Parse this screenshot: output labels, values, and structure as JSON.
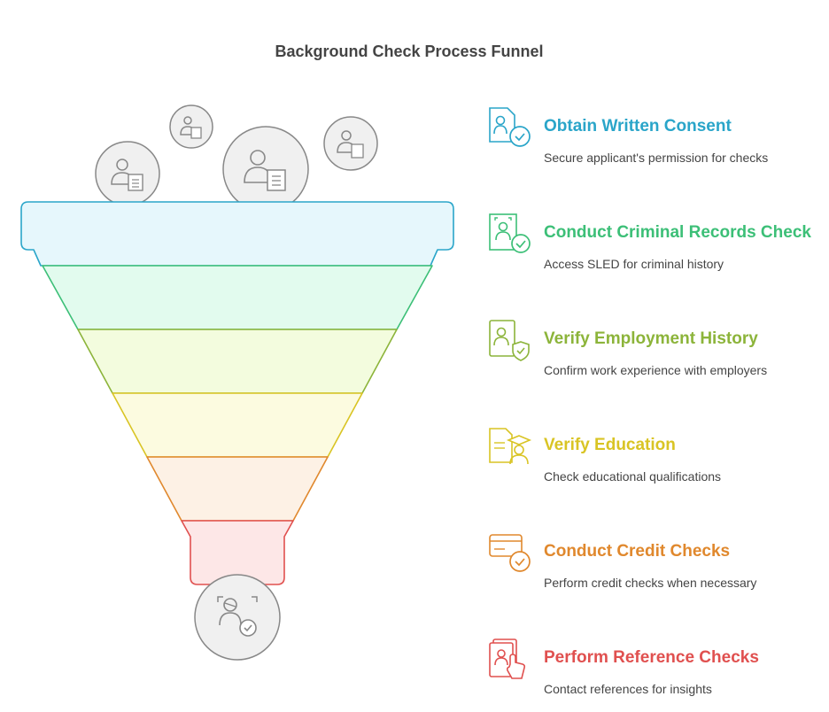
{
  "title": "Background Check Process Funnel",
  "steps": [
    {
      "title": "Obtain Written Consent",
      "description": "Secure applicant's permission for checks",
      "color": "#2aa5c9",
      "fill": "#e6f7fc",
      "icon": "consent-check-icon"
    },
    {
      "title": "Conduct Criminal Records Check",
      "description": "Access SLED for criminal history",
      "color": "#3cbf77",
      "fill": "#e2fbee",
      "icon": "criminal-records-icon"
    },
    {
      "title": "Verify Employment History",
      "description": "Confirm work experience with employers",
      "color": "#8cb43a",
      "fill": "#f3fcde",
      "icon": "employment-verify-icon"
    },
    {
      "title": "Verify Education",
      "description": "Check educational qualifications",
      "color": "#d9c424",
      "fill": "#fcfbe0",
      "icon": "education-icon"
    },
    {
      "title": "Conduct Credit Checks",
      "description": "Perform credit checks when necessary",
      "color": "#e0882d",
      "fill": "#fdf1e5",
      "icon": "credit-card-check-icon"
    },
    {
      "title": "Perform Reference Checks",
      "description": "Contact references for insights",
      "color": "#e0504f",
      "fill": "#fde7e7",
      "icon": "reference-document-icon"
    }
  ],
  "candidate_icons": [
    "applicant-profile-icon",
    "applicant-profile-icon",
    "applicant-profile-icon",
    "applicant-profile-icon"
  ],
  "output_icon": "verified-person-icon"
}
